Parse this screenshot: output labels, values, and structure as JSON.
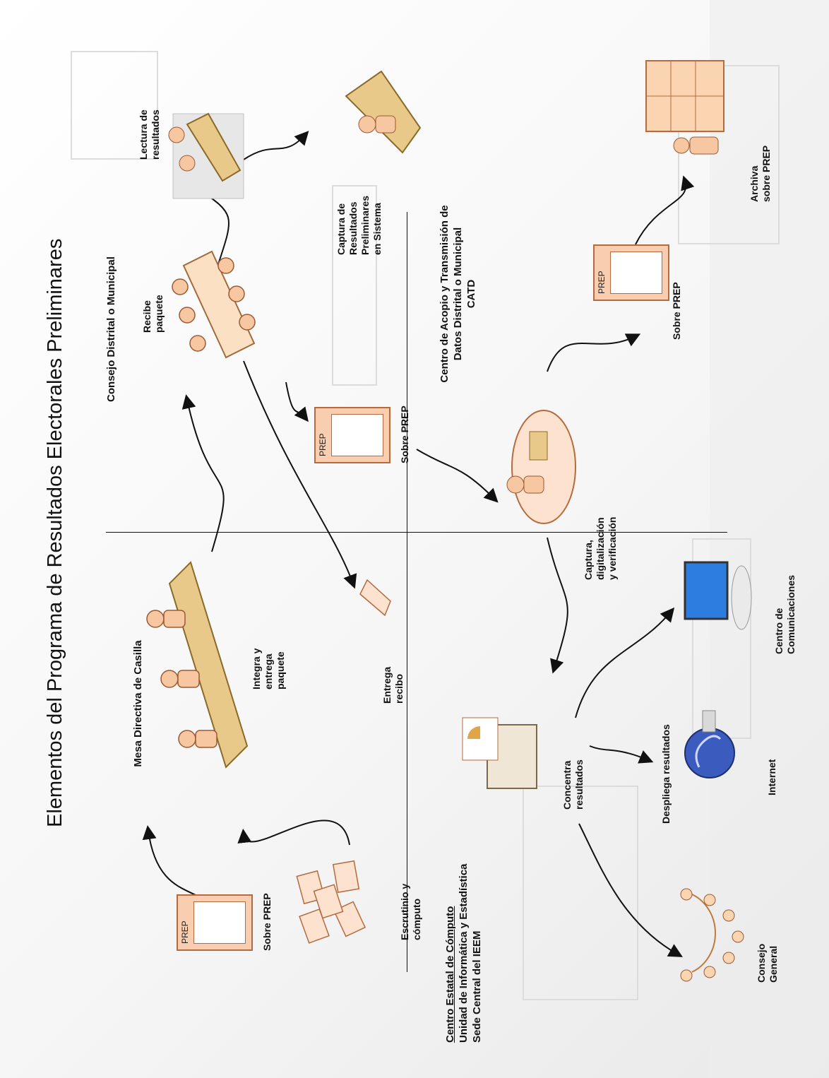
{
  "title": "Elementos del Programa de Resultados Electorales Preliminares",
  "sections": {
    "mesa": "Mesa Directiva de Casilla",
    "consejo_distrital": "Consejo Distrital o Municipal",
    "catd": "Centro de Acopio y Transmisión de\nDatos Distrital o Municipal\nCATD",
    "centro_estatal": {
      "line1": "Centro Estatal de Cómputo",
      "line2": "Unidad de Informática y Estadística",
      "line3": "Sede Central del IEEM"
    }
  },
  "nodes": {
    "sobre_prep_1": "Sobre PREP",
    "escrutinio": "Escrutinio y\ncómputo",
    "integra": "Integra y\nentrega\npaquete",
    "entrega_recibo": "Entrega\nrecibo",
    "recibe_paquete": "Recibe\npaquete",
    "sobre_prep_2": "Sobre PREP",
    "lectura": "Lectura de\nresultados",
    "captura_resultados": "Captura de\nResultados\nPreliminares\nen Sistema",
    "captura_digitalizacion": "Captura,\ndigitalización\ny verificación",
    "sobre_prep_3": "Sobre PREP",
    "archiva": "Archiva\nsobre PREP",
    "concentra": "Concentra\nresultados",
    "despliega": "Despliega resultados",
    "internet": "Internet",
    "centro_comunicaciones": "Centro de\nComunicaciones",
    "consejo_general": "Consejo\nGeneral"
  },
  "prep_tag": "PREP",
  "colors": {
    "accent": "#f8cdb0",
    "accent_dark": "#b66a3d",
    "wood": "#e9c98a",
    "line": "#111111"
  }
}
